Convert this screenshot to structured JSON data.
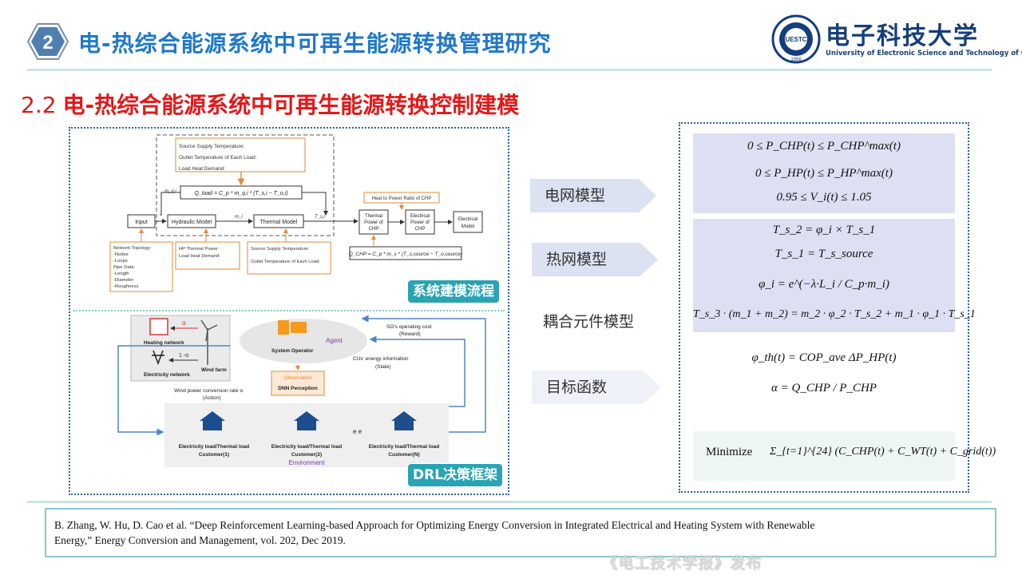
{
  "header": {
    "section_badge": "2",
    "title": "电-热综合能源系统中可再生能源转换管理研究"
  },
  "logo": {
    "cn_name": "电子科技大学",
    "en_name": "University of Electronic Science and Technology of China",
    "seal_text": "UESTC",
    "seal_year": "1956"
  },
  "section": {
    "number": "2.2",
    "title": "电-热综合能源系统中可再生能源转换控制建模"
  },
  "upper_figure": {
    "tag": "系统建模流程",
    "src_supply_temp": "Source Supply Temperature:",
    "outlet_temp": "Outlet Temperature of Each Load:",
    "load_heat_demand": "Load Heat Demand:",
    "q_load_formula": "Q_load = C_p * m_q,i * (T_s,i − T_o,i)",
    "m_label": "m_q,i",
    "m_label2": "m_i",
    "ts_label": "T_s,i",
    "input": "Input",
    "hydraulic": "Hydraulic Model",
    "thermal": "Thermal Model",
    "thermal_chp_1": "Thermal",
    "thermal_chp_2": "Power of",
    "thermal_chp_3": "CHP",
    "elec_chp_1": "Electrical",
    "elec_chp_2": "Power of",
    "elec_chp_3": "CHP",
    "elec_model_1": "Electrical",
    "elec_model_2": "Model",
    "heat_power_ratio": "Heat to Power Ratio of CHP",
    "net_topology": [
      "Network Topology:",
      "-Nodes",
      "-Loops",
      "Pipe Data:",
      "-Length",
      "-Diameter",
      "-Roughness"
    ],
    "hp_thermal": [
      "HP Thermal Power",
      "Load Heat Demand:"
    ],
    "src_box": [
      "Source Supply Temperature:",
      "Outlet Temperature of Each Load:"
    ],
    "q_chp_formula": "Q_CHP = C_p * m_s * (T_s,source − T_o,source)"
  },
  "lower_figure": {
    "tag": "DRL决策框架",
    "heating_network": "Heating network",
    "electricity_network": "Electricity network",
    "wind_farm": "Wind farm",
    "alpha": "α",
    "one_minus_alpha": "1 -α",
    "system_operator": "System Operator",
    "agent": "Agent",
    "operating_cost_1": "SO's operating cost",
    "operating_cost_2": "(Reward)",
    "energy_info_1": "CUs' energy information",
    "energy_info_2": "(State)",
    "observation": "Observation",
    "dnn": "DNN Perception",
    "wind_rate_1": "Wind power conversion rate α",
    "wind_rate_2": "(Action)",
    "load_label": "Electricity load/Thermal load",
    "customers": [
      "Customer(1)",
      "Customer(2)",
      "Customer(N)"
    ],
    "ellipsis": "e e",
    "environment": "Environment"
  },
  "middle_labels": {
    "grid": "电网模型",
    "heat": "热网模型",
    "coupling": "耦合元件模型",
    "objective": "目标函数"
  },
  "formulas": {
    "f1": "0 ≤ P_CHP(t) ≤ P_CHP^max(t)",
    "f2": "0 ≤ P_HP(t) ≤ P_HP^max(t)",
    "f3": "0.95 ≤ V_i(t) ≤ 1.05",
    "f4": "T_s_2 = φ_i × T_s_1",
    "f5": "T_s_1 = T_s_source",
    "f6": "φ_i = e^(−λ·L_i / C_p·m_i)",
    "f7": "T_s_3 · (m_1 + m_2) = m_2 · φ_2 · T_s_2 + m_1 · φ_1 · T_s_1",
    "f8": "φ_th(t) = COP_ave ΔP_HP(t)",
    "f9": "α = Q_CHP / P_CHP",
    "minimize": "Minimize",
    "f10": "Σ_{t=1}^{24} (C_CHP(t) + C_WT(t) + C_grid(t))"
  },
  "reference": {
    "line1": "B. Zhang, W. Hu, D. Cao et al. “Deep Reinforcement Learning-based Approach for Optimizing Energy Conversion in Integrated Electrical and Heating System with Renewable",
    "line2": "Energy,” Energy Conversion and Management, vol. 202, Dec 2019."
  },
  "watermark": "《电工技术学报》发布",
  "colors": {
    "title_blue": "#1f78c8",
    "section_red": "#e31818",
    "tag_teal": "#2aa3b3",
    "frame_blue": "#2a5fa6",
    "formula_purple": "#dde0f2"
  }
}
